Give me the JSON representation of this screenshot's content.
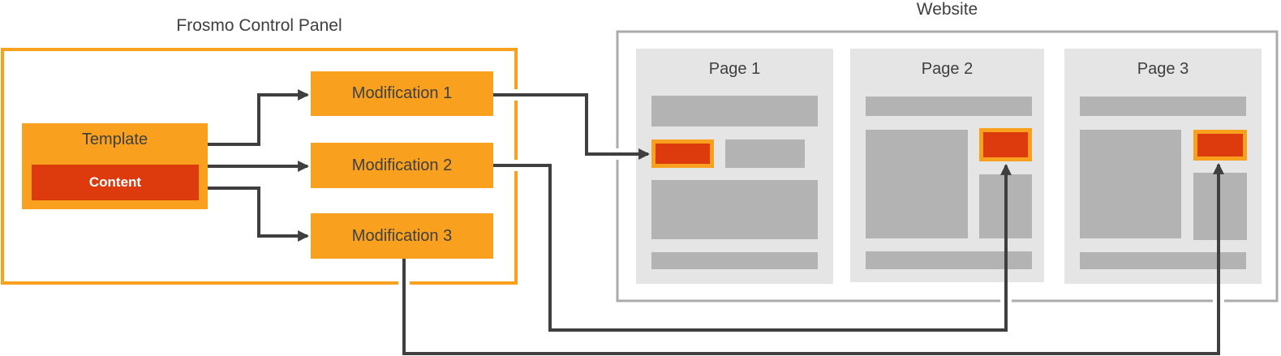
{
  "diagram": {
    "control_panel": {
      "title": "Frosmo Control Panel",
      "template": {
        "label": "Template",
        "content_label": "Content"
      },
      "modifications": [
        {
          "label": "Modification 1"
        },
        {
          "label": "Modification 2"
        },
        {
          "label": "Modification 3"
        }
      ]
    },
    "website": {
      "title": "Website",
      "pages": [
        {
          "label": "Page 1"
        },
        {
          "label": "Page 2"
        },
        {
          "label": "Page 3"
        }
      ]
    },
    "colors": {
      "accent_orange": "#F9A11E",
      "content_red": "#DD3B0E",
      "line_dark": "#3F3F3F",
      "page_background_gray": "#E5E5E5",
      "placeholder_bar_gray": "#B3B3B3",
      "website_border_gray": "#ABABAB"
    }
  }
}
